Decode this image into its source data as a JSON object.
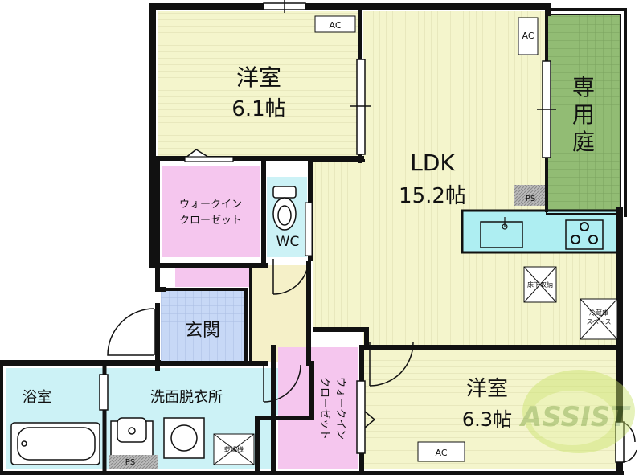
{
  "rooms": {
    "western_room_top": {
      "name": "洋室",
      "size": "6.1帖"
    },
    "ldk": {
      "name": "LDK",
      "size": "15.2帖"
    },
    "private_garden": {
      "line1": "専",
      "line2": "用",
      "line3": "庭"
    },
    "walk_in_closet_top": {
      "line1": "ウォークイン",
      "line2": "クローゼット"
    },
    "wc": "WC",
    "entrance": "玄関",
    "bathroom": "浴室",
    "washroom": "洗面脱衣所",
    "walk_in_closet_bottom": {
      "line1": "ウォークイン",
      "line2": "クローゼット"
    },
    "western_room_bottom": {
      "name": "洋室",
      "size": "6.3帖"
    }
  },
  "fixtures": {
    "ac": "AC",
    "ps": "PS",
    "underfloor_storage": "床下収納",
    "fridge_space_line1": "冷蔵庫",
    "fridge_space_line2": "スペース",
    "dryer": "乾燥機"
  },
  "watermark": "ASSIST",
  "colors": {
    "wall": "#111111",
    "floor_wood": "#f4f5cc",
    "closet": "#f5c6ee",
    "wet_area": "#ccf2f6",
    "entrance_tile": "#c7d8f6",
    "garden": "#92bc74",
    "kitchen": "#aeeef2",
    "hallway": "#f5f0c8"
  }
}
